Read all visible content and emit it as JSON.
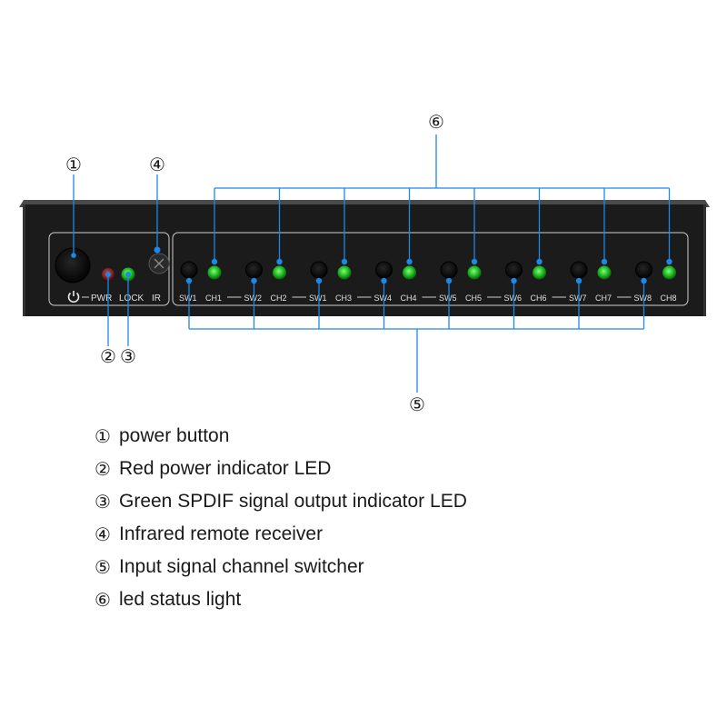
{
  "panel": {
    "power_label": "PWR",
    "lock_label": "LOCK",
    "ir_label": "IR",
    "channels": [
      {
        "sw_label": "SW1",
        "ch_label": "CH1"
      },
      {
        "sw_label": "SW2",
        "ch_label": "CH2"
      },
      {
        "sw_label": "SW1",
        "ch_label": "CH3"
      },
      {
        "sw_label": "SW4",
        "ch_label": "CH4"
      },
      {
        "sw_label": "SW5",
        "ch_label": "CH5"
      },
      {
        "sw_label": "SW6",
        "ch_label": "CH6"
      },
      {
        "sw_label": "SW7",
        "ch_label": "CH7"
      },
      {
        "sw_label": "SW8",
        "ch_label": "CH8"
      }
    ]
  },
  "callouts": {
    "c1": "①",
    "c2": "②",
    "c3": "③",
    "c4": "④",
    "c5": "⑤",
    "c6": "⑥"
  },
  "legend": [
    {
      "num": "①",
      "text": "power button"
    },
    {
      "num": "②",
      "text": "Red power indicator LED"
    },
    {
      "num": "③",
      "text": "Green SPDIF signal output indicator LED"
    },
    {
      "num": "④",
      "text": "Infrared remote receiver"
    },
    {
      "num": "⑤",
      "text": "Input signal channel switcher"
    },
    {
      "num": "⑥",
      "text": "led status light"
    }
  ],
  "colors": {
    "panel": "#1c1c1c",
    "leader_line": "#1e88e5",
    "red_led": "#7a1f1f",
    "green_led": "#1db31d"
  }
}
